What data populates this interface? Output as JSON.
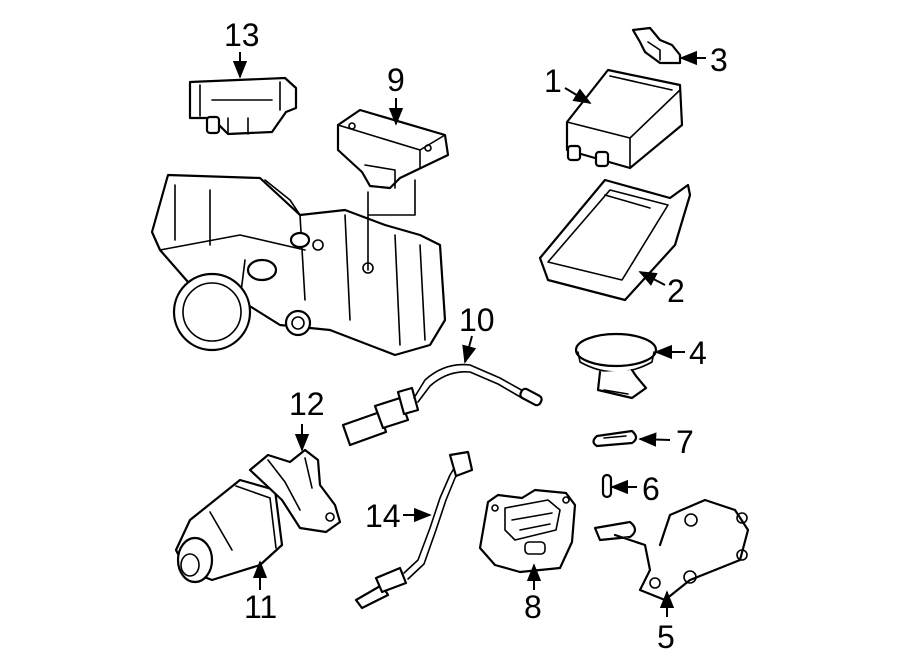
{
  "diagram": {
    "callouts": {
      "c1": "1",
      "c2": "2",
      "c3": "3",
      "c4": "4",
      "c5": "5",
      "c6": "6",
      "c7": "7",
      "c8": "8",
      "c9": "9",
      "c10": "10",
      "c11": "11",
      "c12": "12",
      "c13": "13",
      "c14": "14"
    }
  }
}
